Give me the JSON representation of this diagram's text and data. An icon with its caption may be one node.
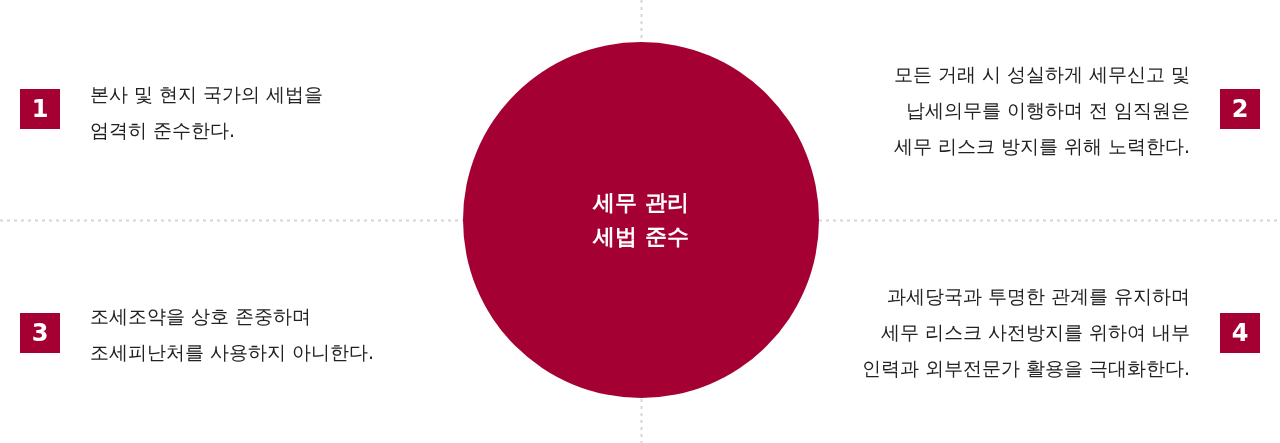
{
  "diagram": {
    "nodes": [
      {
        "text": [
          "세무 관리",
          "세법 준수"
        ]
      },
      {
        "text": [
          "1"
        ],
        "beside": [
          "본사 및 현지 국가의 세법을 엄격히 준수한다."
        ]
      },
      {
        "text": [
          "2"
        ],
        "beside": [
          "모든 거래 시 성실하게 세무신고 및 납세의무를 이행하며 전 임직원은 세무 리스크 방지를 위해 노력한다."
        ]
      },
      {
        "text": [
          "3"
        ],
        "beside": [
          "조세조약을 상호 존중하며 조세피난처를 사용하지 아니한다."
        ]
      },
      {
        "text": [
          "4"
        ],
        "beside": [
          "과세당국과 투명한 관계를 유지하며 세무 리스크 사전방지를 위하여 내부 인력과 외부전문가 활용을 극대화한다."
        ]
      }
    ],
    "edges": []
  }
}
